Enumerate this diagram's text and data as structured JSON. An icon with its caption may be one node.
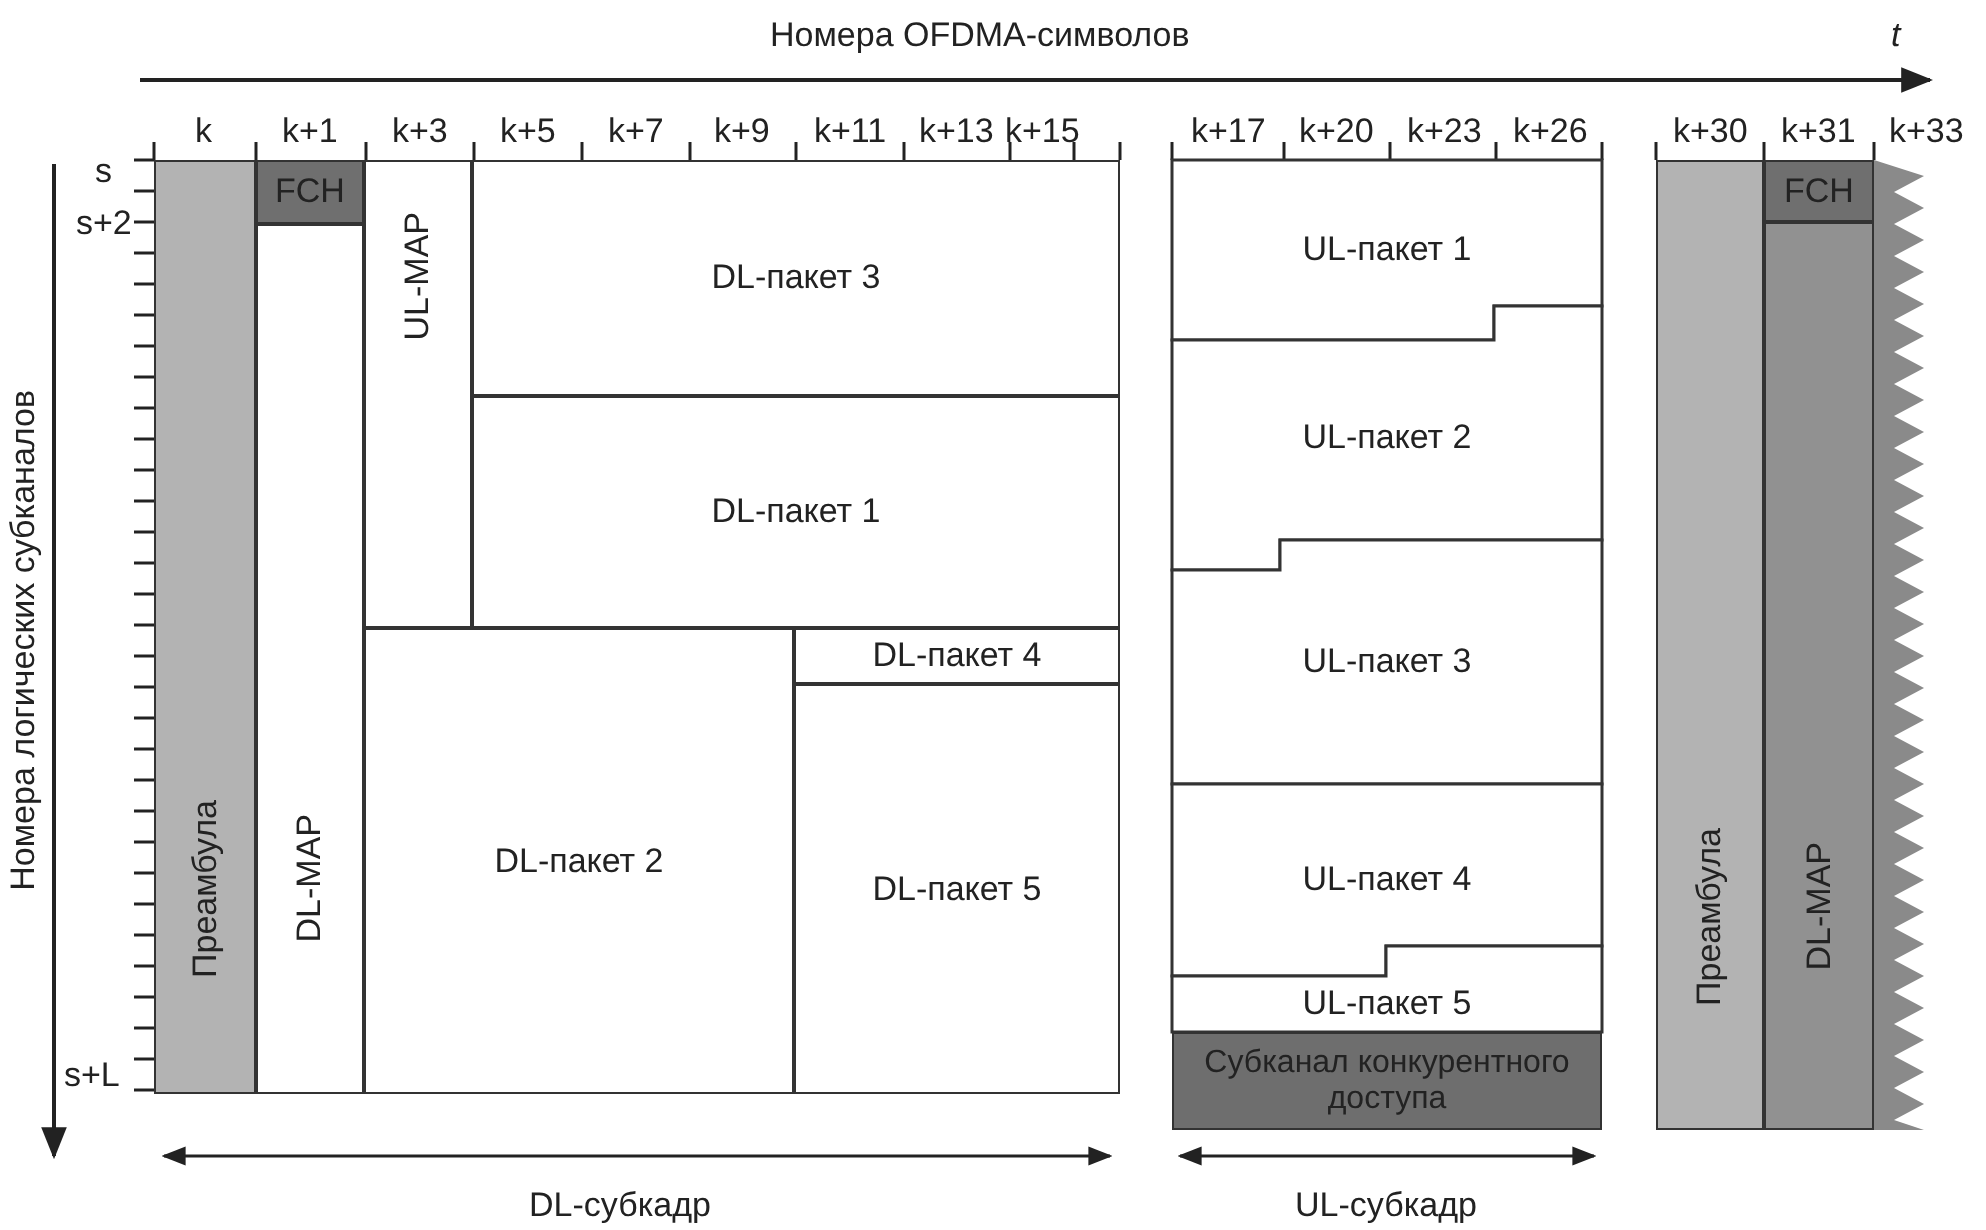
{
  "diagram": {
    "nodes": [
      {
        "text": [
          "Преамбула"
        ]
      },
      {
        "text": [
          "FCH"
        ]
      },
      {
        "text": [
          "DL-MAP"
        ]
      },
      {
        "text": [
          "UL-MAP"
        ]
      },
      {
        "text": [
          "DL-пакет 3"
        ]
      },
      {
        "text": [
          "DL-пакет 1"
        ]
      },
      {
        "text": [
          "DL-пакет 4"
        ]
      },
      {
        "text": [
          "DL-пакет 2"
        ]
      },
      {
        "text": [
          "DL-пакет 5"
        ]
      },
      {
        "text": [
          "UL-пакет 1"
        ]
      },
      {
        "text": [
          "UL-пакет 2"
        ]
      },
      {
        "text": [
          "UL-пакет 3"
        ]
      },
      {
        "text": [
          "UL-пакет 4"
        ]
      },
      {
        "text": [
          "UL-пакет 5"
        ]
      },
      {
        "text": [
          "Субканал конкурентного доступа"
        ]
      },
      {
        "text": [
          "Преамбула"
        ]
      },
      {
        "text": [
          "FCH"
        ]
      },
      {
        "text": [
          "DL-MAP"
        ]
      },
      {
        "text": [],
        "shape": "band"
      }
    ],
    "edges": [],
    "labels": [
      "Номера OFDMA-символов",
      "t",
      "k",
      "k+1",
      "k+3",
      "k+5",
      "k+7",
      "k+9",
      "k+11",
      "k+13",
      "k+15",
      "k+17",
      "k+20",
      "k+23",
      "k+26",
      "k+30",
      "k+31",
      "k+33",
      "s",
      "s+2",
      "Номера логических субканалов",
      "s+L",
      "DL-субкадр",
      "UL-субкадр"
    ]
  }
}
